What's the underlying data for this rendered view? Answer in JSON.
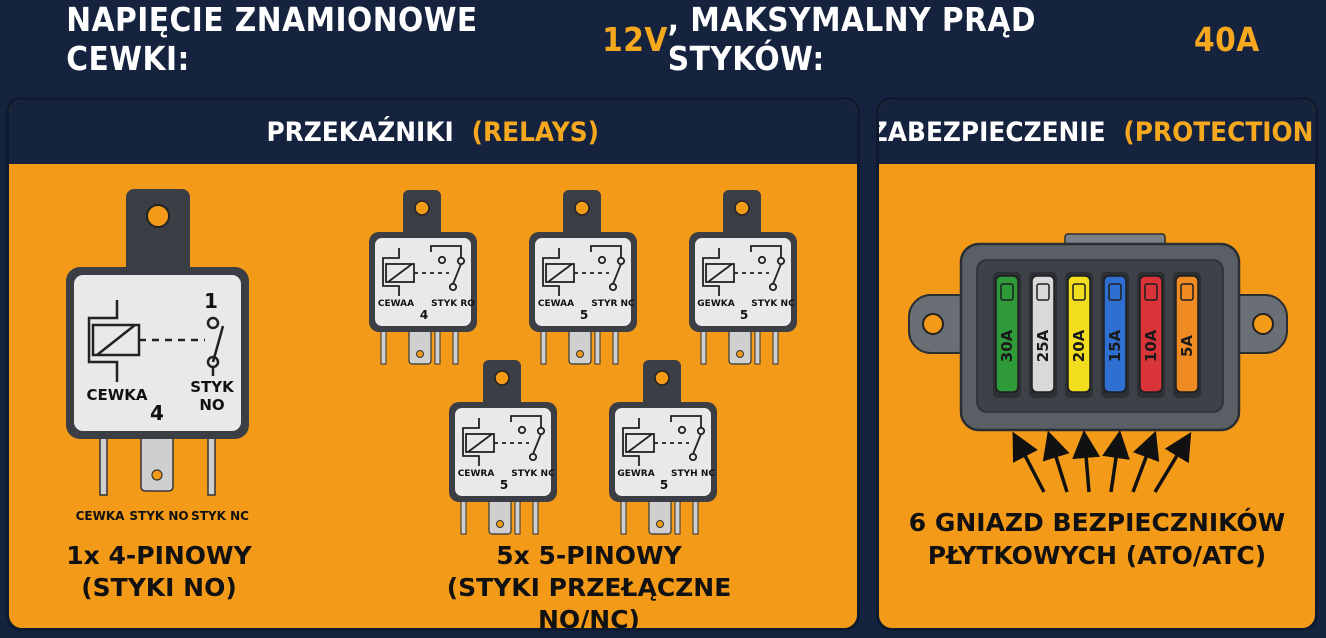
{
  "header": {
    "prefix": "NAPIĘCIE ZNAMIONOWE CEWKI: ",
    "voltage": "12V",
    "middle": ", MAKSYMALNY PRĄD STYKÓW: ",
    "current": "40A"
  },
  "relays_panel": {
    "title": "PRZEKAŹNIKI",
    "title_en": "(RELAYS)",
    "big_relay": {
      "pin_top": "1",
      "coil_label": "CEWKA",
      "pin_coil": "4",
      "contact_line1": "STYK",
      "contact_line2": "NO",
      "leg_labels": [
        "CEWKA",
        "STYK NO",
        "STYK NC"
      ]
    },
    "caption_left_line1": "1x 4-PINOWY",
    "caption_left_line2": "(STYKI NO)",
    "small_relays": [
      {
        "coil": "CEWAA",
        "num": "4",
        "contact": "STYK RO"
      },
      {
        "coil": "CEWAA",
        "num": "5",
        "contact": "STYR NC"
      },
      {
        "coil": "GEWKA",
        "num": "5",
        "contact": "STYK NC"
      },
      {
        "coil": "CEWRA",
        "num": "5",
        "contact": "STYK NC"
      },
      {
        "coil": "GEWRA",
        "num": "5",
        "contact": "STYH NC"
      }
    ],
    "caption_right_line1": "5x 5-PINOWY",
    "caption_right_line2": "(STYKI PRZEŁĄCZNE NO/NC)"
  },
  "protection_panel": {
    "title": "ZABEZPIECZENIE",
    "title_en": "(PROTECTION)",
    "fuses": [
      {
        "label": "30A",
        "color": "#2e9a3a"
      },
      {
        "label": "25A",
        "color": "#d9d9d9"
      },
      {
        "label": "20A",
        "color": "#f2de1f"
      },
      {
        "label": "15A",
        "color": "#2f6fd1"
      },
      {
        "label": "10A",
        "color": "#d8343a"
      },
      {
        "label": "5A",
        "color": "#f08a23"
      }
    ],
    "caption_line1": "6 GNIAZD BEZPIECZNIKÓW",
    "caption_line2": "PŁYTKOWYCH (ATO/ATC)"
  },
  "colors": {
    "background": "#16233f",
    "panel": "#f39a18",
    "accent": "#f6a91f",
    "relay_body": "#e9e9e9",
    "relay_tab": "#3b3f45"
  }
}
